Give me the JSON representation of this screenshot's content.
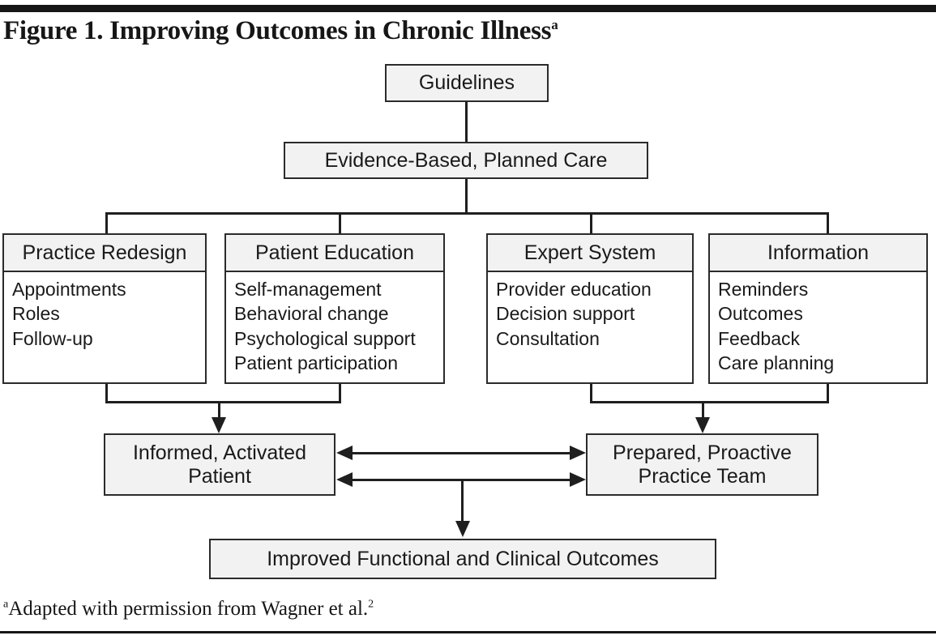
{
  "figure": {
    "title": "Figure 1. Improving Outcomes in Chronic Illness",
    "title_superscript": "a",
    "footnote_marker": "a",
    "footnote_text": "Adapted with permission from Wagner et al.",
    "footnote_superscript": "2"
  },
  "nodes": {
    "guidelines": {
      "label": "Guidelines"
    },
    "planned_care": {
      "label": "Evidence-Based, Planned Care"
    },
    "patient": {
      "line1": "Informed, Activated",
      "line2": "Patient"
    },
    "team": {
      "line1": "Prepared, Proactive",
      "line2": "Practice Team"
    },
    "outcomes": {
      "label": "Improved Functional and Clinical Outcomes"
    }
  },
  "components": [
    {
      "title": "Practice Redesign",
      "items": [
        "Appointments",
        "Roles",
        "Follow-up"
      ]
    },
    {
      "title": "Patient Education",
      "items": [
        "Self-management",
        "Behavioral change",
        "Psychological support",
        "Patient participation"
      ]
    },
    {
      "title": "Expert System",
      "items": [
        "Provider education",
        "Decision support",
        "Consultation"
      ]
    },
    {
      "title": "Information",
      "items": [
        "Reminders",
        "Outcomes",
        "Feedback",
        "Care planning"
      ]
    }
  ],
  "colors": {
    "box_fill": "#f2f2f2",
    "body_fill": "#ffffff",
    "border": "#2b2b2b",
    "line": "#1f1f1f",
    "text": "#1a1a1a",
    "rule": "#161616"
  }
}
